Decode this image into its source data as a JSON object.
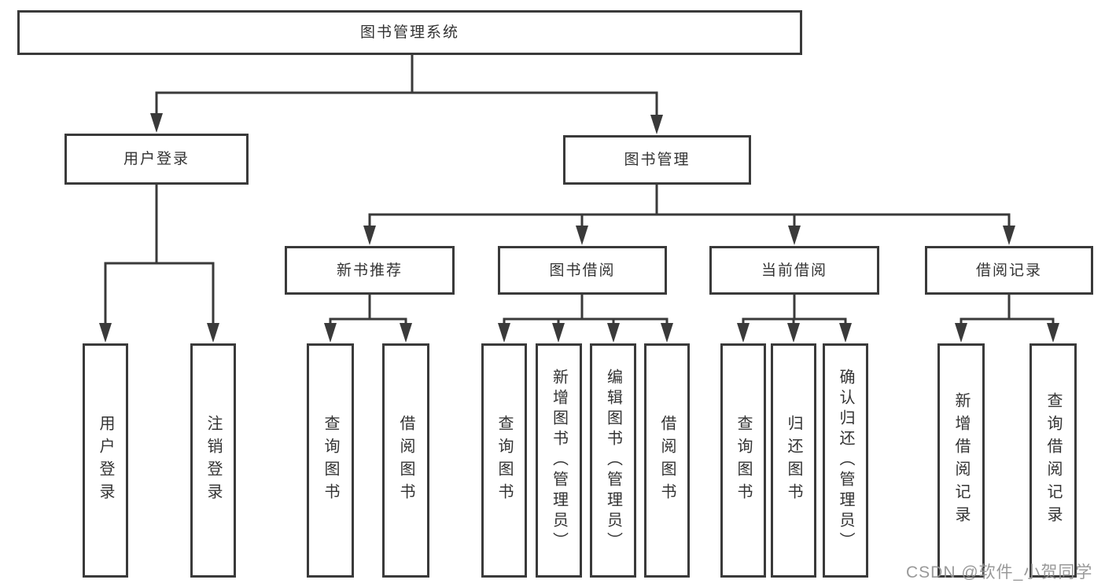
{
  "tree": {
    "root": {
      "label": "图书管理系统"
    },
    "level2": [
      {
        "id": "user-login",
        "label": "用户登录"
      },
      {
        "id": "book-management",
        "label": "图书管理"
      }
    ],
    "level3": [
      {
        "id": "new-book-recommend",
        "label": "新书推荐",
        "parent": "book-management"
      },
      {
        "id": "book-borrowing",
        "label": "图书借阅",
        "parent": "book-management"
      },
      {
        "id": "current-borrowing",
        "label": "当前借阅",
        "parent": "book-management"
      },
      {
        "id": "borrowing-records",
        "label": "借阅记录",
        "parent": "book-management"
      }
    ],
    "leaves": [
      {
        "label": "用户登录",
        "parent": "user-login"
      },
      {
        "label": "注销登录",
        "parent": "user-login"
      },
      {
        "label": "查询图书",
        "parent": "new-book-recommend"
      },
      {
        "label": "借阅图书",
        "parent": "new-book-recommend"
      },
      {
        "label": "查询图书",
        "parent": "book-borrowing"
      },
      {
        "label": "新增图书（管理员）",
        "parent": "book-borrowing"
      },
      {
        "label": "编辑图书（管理员）",
        "parent": "book-borrowing"
      },
      {
        "label": "借阅图书",
        "parent": "book-borrowing"
      },
      {
        "label": "查询图书",
        "parent": "current-borrowing"
      },
      {
        "label": "归还图书",
        "parent": "current-borrowing"
      },
      {
        "label": "确认归还（管理员）",
        "parent": "current-borrowing"
      },
      {
        "label": "新增借阅记录",
        "parent": "borrowing-records"
      },
      {
        "label": "查询借阅记录",
        "parent": "borrowing-records"
      }
    ]
  },
  "watermark": {
    "text": "CSDN @软件_小贺同学"
  },
  "colors": {
    "line": "#3a3a3a",
    "box_border": "#3a3a3a",
    "text": "#333333",
    "watermark": "#949494",
    "background": "#ffffff"
  }
}
